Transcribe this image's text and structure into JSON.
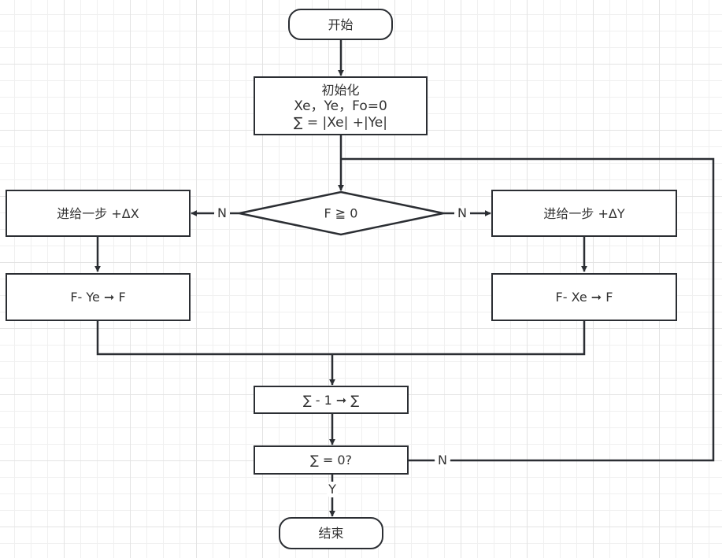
{
  "diagram": {
    "type": "flowchart",
    "colors": {
      "stroke": "#2b2e33",
      "text": "#333333",
      "background": "#ffffff",
      "grid": "#e3e3e3"
    },
    "nodes": {
      "start": {
        "shape": "terminal",
        "text": "开始"
      },
      "init": {
        "shape": "process",
        "lines": [
          "初始化",
          "Xe，Ye，Fo=0",
          "∑ = |Xe| +|Ye|"
        ]
      },
      "decision": {
        "shape": "decision",
        "text": "F ≧ 0"
      },
      "step_x": {
        "shape": "process",
        "text": "进给一步  +ΔX"
      },
      "update_x": {
        "shape": "process",
        "text": "F- Ye ➞ F"
      },
      "step_y": {
        "shape": "process",
        "text": "进给一步  +ΔY"
      },
      "update_y": {
        "shape": "process",
        "text": "F- Xe ➞ F"
      },
      "decrement": {
        "shape": "process",
        "text": "∑ - 1 ➞ ∑"
      },
      "check": {
        "shape": "process",
        "text": "∑ = 0?"
      },
      "end": {
        "shape": "terminal",
        "text": "结束"
      }
    },
    "edges": [
      {
        "from": "start",
        "to": "init",
        "label": ""
      },
      {
        "from": "init",
        "to": "decision",
        "label": ""
      },
      {
        "from": "decision",
        "to": "step_x",
        "label": "N"
      },
      {
        "from": "decision",
        "to": "step_y",
        "label": "N"
      },
      {
        "from": "step_x",
        "to": "update_x",
        "label": ""
      },
      {
        "from": "step_y",
        "to": "update_y",
        "label": ""
      },
      {
        "from": "update_x",
        "to": "decrement",
        "label": ""
      },
      {
        "from": "update_y",
        "to": "decrement",
        "label": ""
      },
      {
        "from": "decrement",
        "to": "check",
        "label": ""
      },
      {
        "from": "check",
        "to": "end",
        "label": "Y"
      },
      {
        "from": "check",
        "to": "decision",
        "label": "N"
      }
    ],
    "edge_labels": {
      "left_n": "N",
      "right_n": "N",
      "loop_n": "N",
      "yes": "Y"
    }
  }
}
